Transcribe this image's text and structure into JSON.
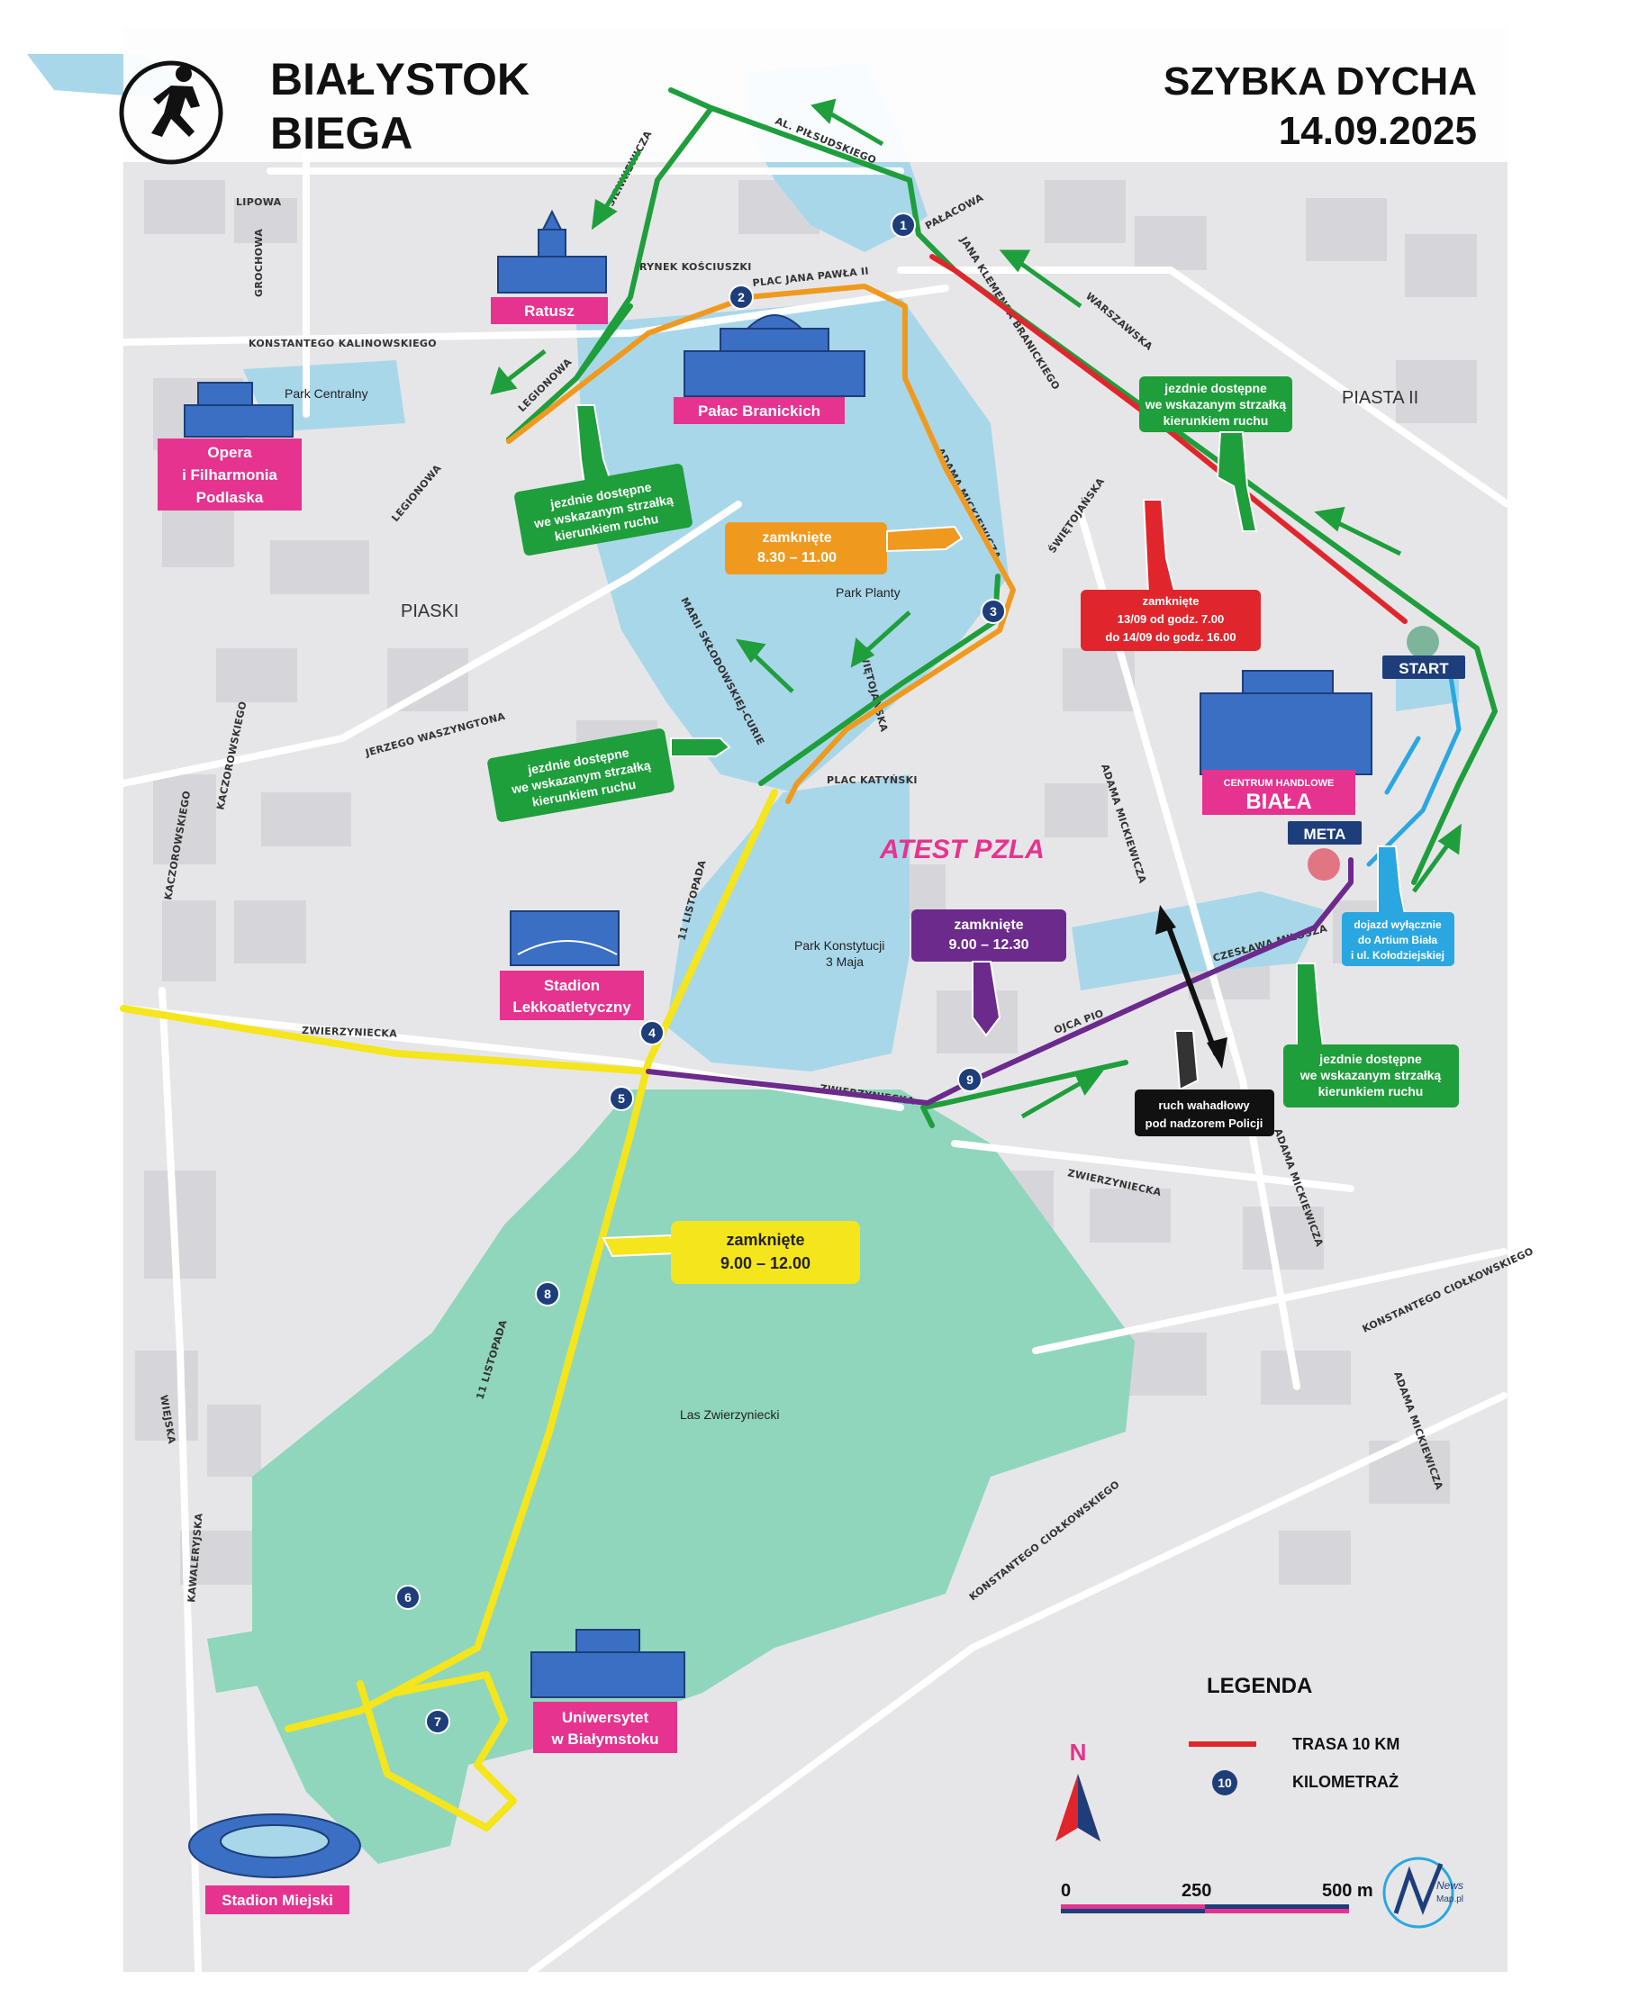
{
  "header": {
    "logo_line1": "BIAŁYSTOK",
    "logo_line2": "BIEGA",
    "event_name": "SZYBKA DYCHA",
    "event_date": "14.09.2025"
  },
  "colors": {
    "route_green": "#1f9e3c",
    "route_orange": "#ef9a1f",
    "route_red": "#e0262c",
    "route_yellow": "#f5e51c",
    "route_purple": "#6b2a8c",
    "route_blue": "#2aa7e0",
    "landmark_pink": "#e6338f",
    "water": "#a9d7ea",
    "forest": "#8fd6bd"
  },
  "areas": {
    "piaski": "PIASKI",
    "piasta": "PIASTA II",
    "park_centralny": "Park Centralny",
    "park_planty": "Park Planty",
    "park_konstytucji_1": "Park Konstytucji",
    "park_konstytucji_2": "3 Maja",
    "las": "Las Zwierzyniecki",
    "atest": "ATEST PZLA"
  },
  "streets": {
    "lipowa": "LIPOWA",
    "grochowa": "GROCHOWA",
    "kalinowskiego": "KONSTANTEGO KALINOWSKIEGO",
    "sienkiewicza": "SIENKIEWICZA",
    "pilsudskiego": "AL. PIŁSUDSKIEGO",
    "rynek": "RYNEK KOŚCIUSZKI",
    "plac_jp2": "PLAC JANA PAWŁA II",
    "palacowa": "PAŁACOWA",
    "branickiego": "JANA KLEMENSA BRANICKIEGO",
    "warszawska": "WARSZAWSKA",
    "legionowa1": "LEGIONOWA",
    "legionowa2": "LEGIONOWA",
    "mickiewicza1": "ADAMA MICKIEWICZA",
    "swietojanska1": "ŚWIĘTOJAŃSKA",
    "swietojanska2": "ŚWIĘTOJAŃSKA",
    "sklodowskiej": "MARII SKŁODOWSKIEJ-CURIE",
    "waszyngtona": "JERZEGO WASZYNGTONA",
    "kaczorowskiego1": "KACZOROWSKIEGO",
    "kaczorowskiego2": "KACZOROWSKIEGO",
    "plac_katynski": "PLAC KATYŃSKI",
    "mickiewicza2": "ADAMA MICKIEWICZA",
    "listopada1": "11 LISTOPADA",
    "zwierzyniecka1": "ZWIERZYNIECKA",
    "zwierzyniecka2": "ZWIERZYNIECKA",
    "zwierzyniecka3": "ZWIERZYNIECKA",
    "milosza": "CZESŁAWA MIŁOSZA",
    "ojca_pio": "OJCA PIO",
    "mickiewicza3": "ADAMA MICKIEWICZA",
    "ciolkowskiego1": "KONSTANTEGO CIOŁKOWSKIEGO",
    "listopada2": "11 LISTOPADA",
    "wiejska": "WIEJSKA",
    "mickiewicza4": "ADAMA MICKIEWICZA",
    "ciolkowskiego2": "KONSTANTEGO CIOŁKOWSKIEGO",
    "kawaleryjska": "KAWALERYJSKA"
  },
  "landmarks": {
    "ratusz": "Ratusz",
    "palac": "Pałac Branickich",
    "opera1": "Opera",
    "opera2": "i Filharmonia",
    "opera3": "Podlaska",
    "stadion_lekko1": "Stadion",
    "stadion_lekko2": "Lekkoatletyczny",
    "uniwersytet1": "Uniwersytet",
    "uniwersytet2": "w Białymstoku",
    "stadion_miejski": "Stadion Miejski",
    "biala_top": "CENTRUM HANDLOWE",
    "biala_name": "BIAŁA"
  },
  "notes": {
    "green_note_1": "jezdnie dostępne",
    "green_note_2": "we wskazanym strzałką",
    "green_note_3": "kierunkiem ruchu",
    "orange_1": "zamknięte",
    "orange_2": "8.30 – 11.00",
    "red_1": "zamknięte",
    "red_2": "13/09 od godz. 7.00",
    "red_3": "do 14/09 do godz. 16.00",
    "purple_1": "zamknięte",
    "purple_2": "9.00 – 12.30",
    "yellow_1": "zamknięte",
    "yellow_2": "9.00 – 12.00",
    "black_1": "ruch wahadłowy",
    "black_2": "pod nadzorem Policji",
    "blue_1": "dojazd wyłącznie",
    "blue_2": "do Artium Biała",
    "blue_3": "i ul. Kołodziejskiej",
    "start": "START",
    "meta": "META"
  },
  "km_markers": [
    "1",
    "2",
    "3",
    "4",
    "5",
    "6",
    "7",
    "8",
    "9"
  ],
  "legend": {
    "title": "LEGENDA",
    "route_label": "TRASA 10 KM",
    "km_symbol": "10",
    "km_label": "KILOMETRAŻ"
  },
  "compass": "N",
  "scale": {
    "unit_0": "0",
    "unit_mid": "250",
    "unit_end": "500 m"
  },
  "credit": {
    "line1": "News",
    "line2": "Map.pl"
  }
}
